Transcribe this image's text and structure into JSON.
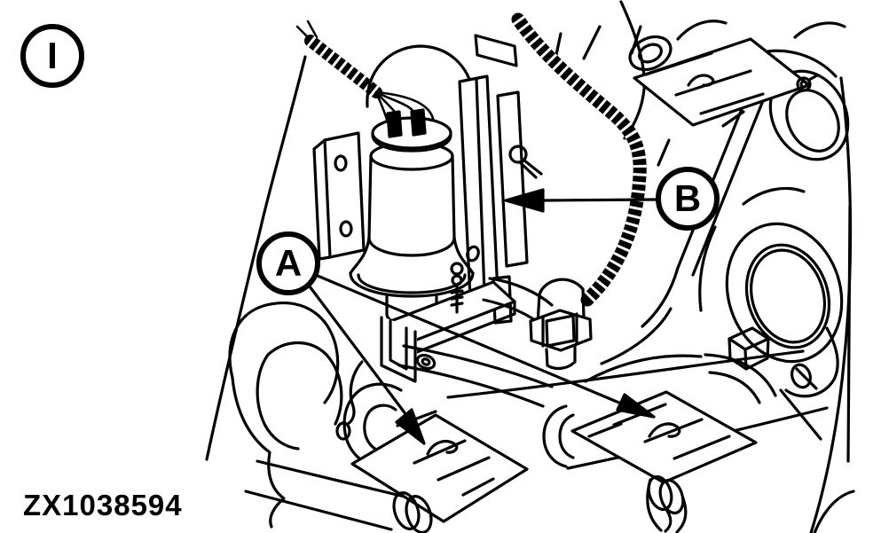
{
  "figure": {
    "code": "ZX1038594",
    "callouts": [
      {
        "id": "callout-i",
        "label": "I"
      },
      {
        "id": "callout-a",
        "label": "A"
      },
      {
        "id": "callout-b",
        "label": "B"
      }
    ]
  },
  "colors": {
    "line": "#000000",
    "background": "#ffffff"
  }
}
